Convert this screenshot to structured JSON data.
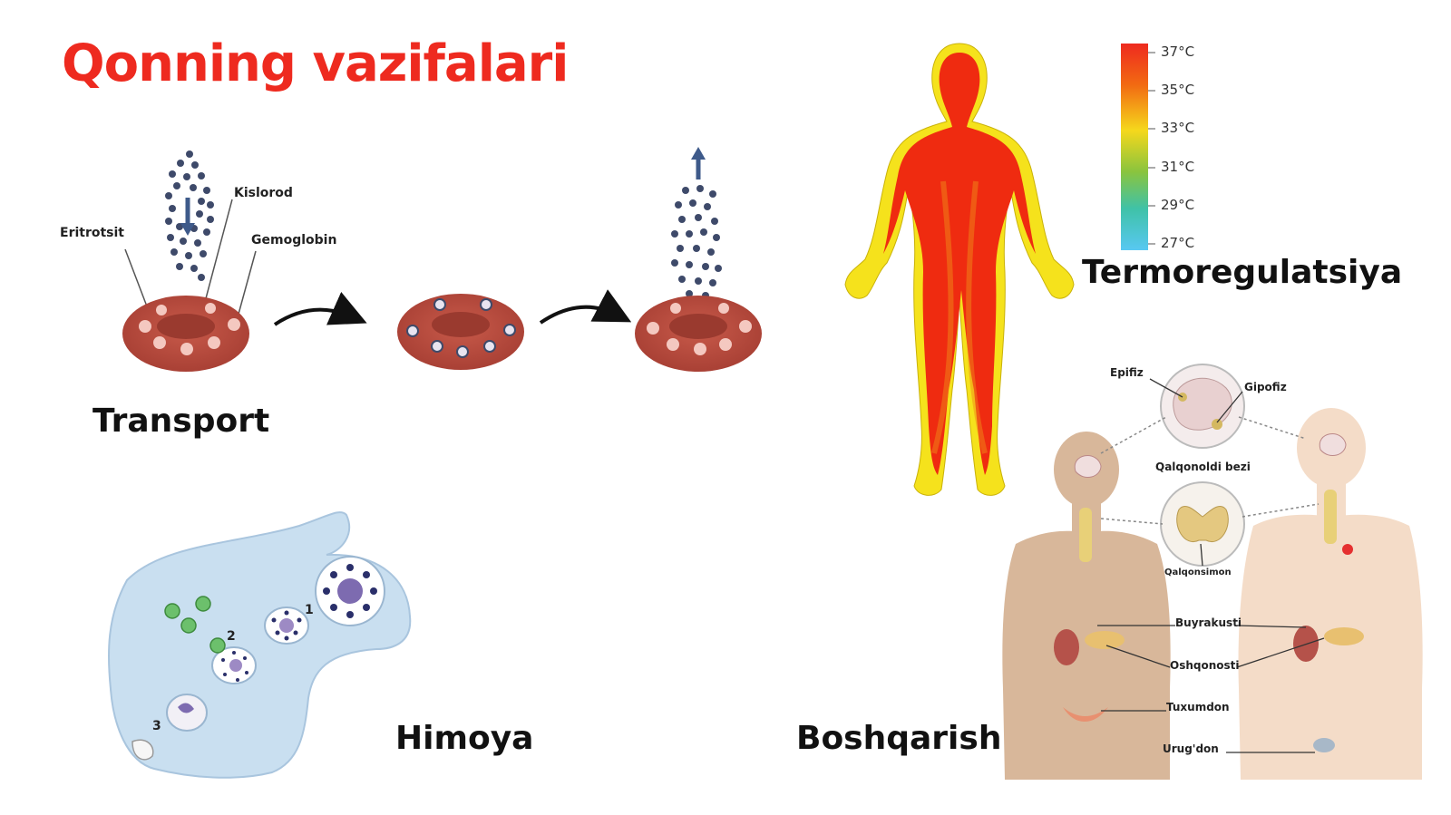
{
  "title": "Qonning vazifalari",
  "sections": {
    "transport": "Transport",
    "thermo": "Termoregulatsiya",
    "defense": "Himoya",
    "regulation": "Boshqarish"
  },
  "transport_labels": {
    "oxygen": "Kislorod",
    "erythrocyte": "Eritrotsit",
    "hemoglobin": "Gemoglobin"
  },
  "temperature_scale": [
    "37°C",
    "35°C",
    "33°C",
    "31°C",
    "29°C",
    "27°C"
  ],
  "defense_steps": [
    "1",
    "2",
    "3"
  ],
  "endocrine_labels": {
    "epiphysis": "Epifiz",
    "pituitary": "Gipofiz",
    "parathyroid": "Qalqonoldi bezi",
    "thyroid": "Qalqonsimon",
    "adrenal": "Buyrakusti",
    "pancreas": "Oshqonosti",
    "ovary": "Tuxumdon",
    "testis": "Urug'don"
  },
  "colors": {
    "title": "#ee2a1f",
    "cell": "#b5473a",
    "heat_core": "#ef2b10",
    "heat_edge": "#f7e21a",
    "macrophage": "#c9dff0",
    "skin": "#d8b79a"
  }
}
